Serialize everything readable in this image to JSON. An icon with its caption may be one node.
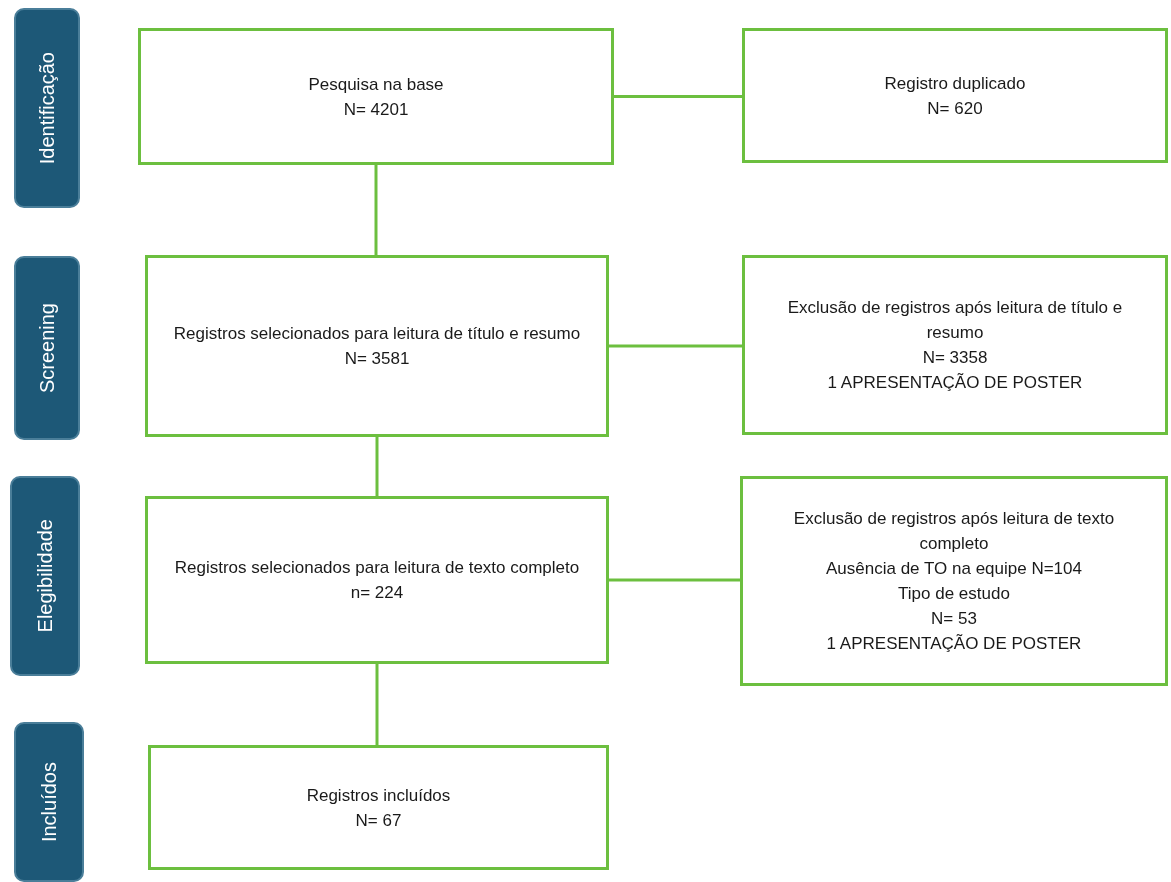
{
  "diagram": {
    "nodes": [
      {
        "text": [
          "Identificação"
        ]
      },
      {
        "text": [
          "Pesquisa na base",
          "N= 4201"
        ]
      },
      {
        "text": [
          "Registro duplicado",
          "N= 620"
        ]
      },
      {
        "text": [
          "Screening"
        ]
      },
      {
        "text": [
          "Registros selecionados para leitura de título e resumo",
          "N= 3581"
        ]
      },
      {
        "text": [
          "Exclusão de registros após leitura de título e resumo",
          "N= 3358",
          "1 APRESENTAÇÃO DE POSTER"
        ]
      },
      {
        "text": [
          "Elegibilidade"
        ]
      },
      {
        "text": [
          "Registros selecionados para leitura de texto completo",
          "n= 224"
        ]
      },
      {
        "text": [
          "Exclusão de registros após leitura de texto completo",
          "Ausência de TO na equipe N=104",
          "Tipo de estudo",
          "N= 53",
          "1 APRESENTAÇÃO DE POSTER"
        ]
      },
      {
        "text": [
          "Incluídos"
        ]
      },
      {
        "text": [
          "Registros incluídos",
          "N= 67"
        ]
      }
    ],
    "edges": [
      {
        "from": 1,
        "to": 2,
        "arrow": "none"
      },
      {
        "from": 1,
        "to": 4,
        "arrow": "none"
      },
      {
        "from": 4,
        "to": 5,
        "arrow": "none"
      },
      {
        "from": 4,
        "to": 7,
        "arrow": "none"
      },
      {
        "from": 7,
        "to": 8,
        "arrow": "none"
      },
      {
        "from": 7,
        "to": 10,
        "arrow": "none"
      }
    ]
  }
}
